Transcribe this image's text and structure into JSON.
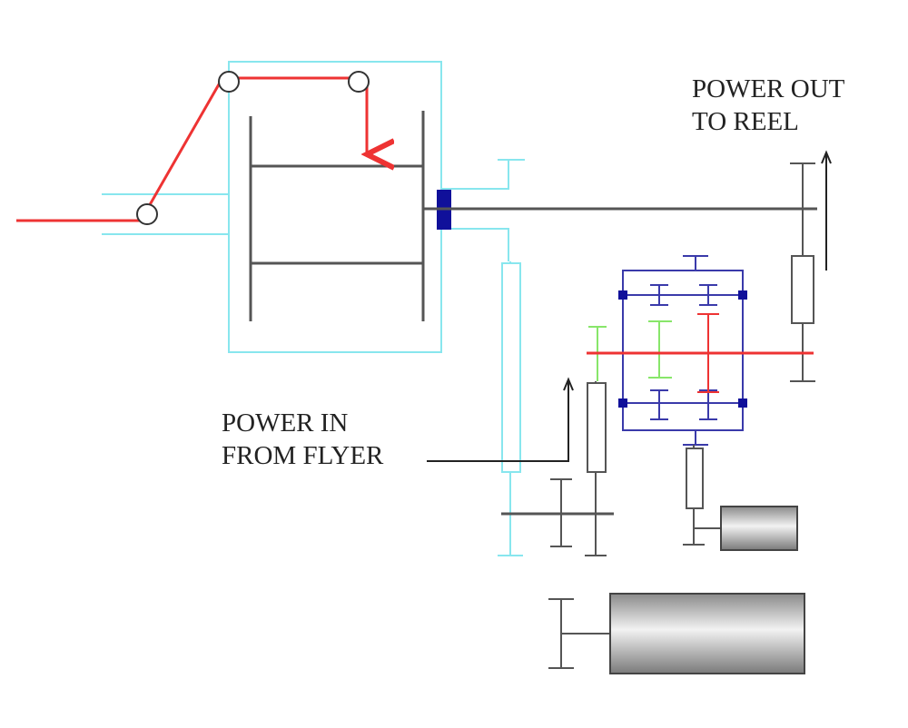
{
  "labels": {
    "power_out": [
      "POWER OUT",
      "TO REEL"
    ],
    "power_in": [
      "POWER IN",
      "FROM FLYER"
    ]
  },
  "colors": {
    "yarn": "#ee3333",
    "flyer_frame": "#88e6ee",
    "shaft": "#555555",
    "differential": "#3a3aaa",
    "sun_gear": "#88e66a",
    "coupling": "#10109a",
    "motor_fill": "#c0c0c0"
  },
  "components": [
    "yarn-path",
    "guide-pulley",
    "reel-drum",
    "flyer-frame",
    "coupling",
    "output-shaft",
    "output-gear-train",
    "differential-gearbox",
    "input-gear-train",
    "small-motor",
    "large-motor"
  ]
}
